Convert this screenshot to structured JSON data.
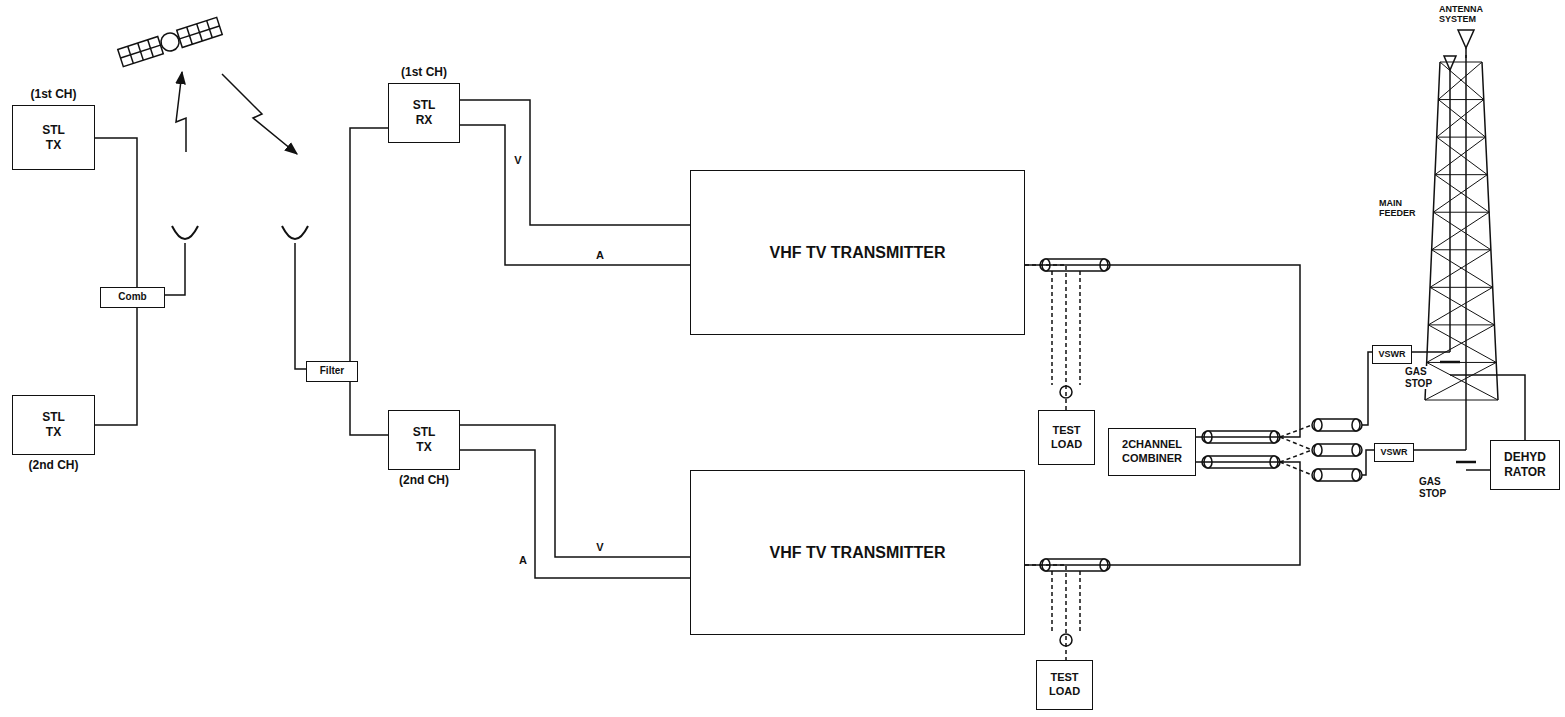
{
  "diagram": {
    "nodes": [
      {
        "text": [
          "(1st CH)",
          "STL TX"
        ]
      },
      {
        "text": [
          "STL TX",
          "(2nd CH)"
        ]
      },
      {
        "text": [
          "Comb"
        ]
      },
      {
        "text": [
          "Filter"
        ]
      },
      {
        "text": [
          "(1st CH)",
          "STL RX"
        ]
      },
      {
        "text": [
          "STL TX",
          "(2nd CH)"
        ]
      },
      {
        "text": [
          "VHF TV TRANSMITTER"
        ]
      },
      {
        "text": [
          "VHF TV TRANSMITTER"
        ]
      },
      {
        "text": [
          "TEST LOAD"
        ]
      },
      {
        "text": [
          "TEST LOAD"
        ]
      },
      {
        "text": [
          "2CHANNEL COMBINER"
        ]
      },
      {
        "text": [
          "VSWR"
        ]
      },
      {
        "text": [
          "VSWR"
        ]
      },
      {
        "text": [
          "DEHYD RATOR"
        ]
      }
    ],
    "edges": [
      {
        "from": 0,
        "to": 2,
        "arrow": "none"
      },
      {
        "from": 1,
        "to": 2,
        "arrow": "none"
      },
      {
        "from": 3,
        "to": 4,
        "arrow": "none"
      },
      {
        "from": 3,
        "to": 5,
        "arrow": "none"
      },
      {
        "from": 4,
        "to": 6,
        "label": "V",
        "arrow": "none"
      },
      {
        "from": 4,
        "to": 6,
        "label": "A",
        "arrow": "none"
      },
      {
        "from": 5,
        "to": 7,
        "label": "V",
        "arrow": "none"
      },
      {
        "from": 5,
        "to": 7,
        "label": "A",
        "arrow": "none"
      },
      {
        "from": 6,
        "to": 8,
        "arrow": "none"
      },
      {
        "from": 6,
        "to": 10,
        "arrow": "none"
      },
      {
        "from": 7,
        "to": 9,
        "arrow": "none"
      },
      {
        "from": 7,
        "to": 10,
        "arrow": "none"
      }
    ],
    "labels": [
      "ANTENNA SYSTEM",
      "MAIN FEEDER",
      "GAS STOP",
      "GAS STOP"
    ]
  }
}
